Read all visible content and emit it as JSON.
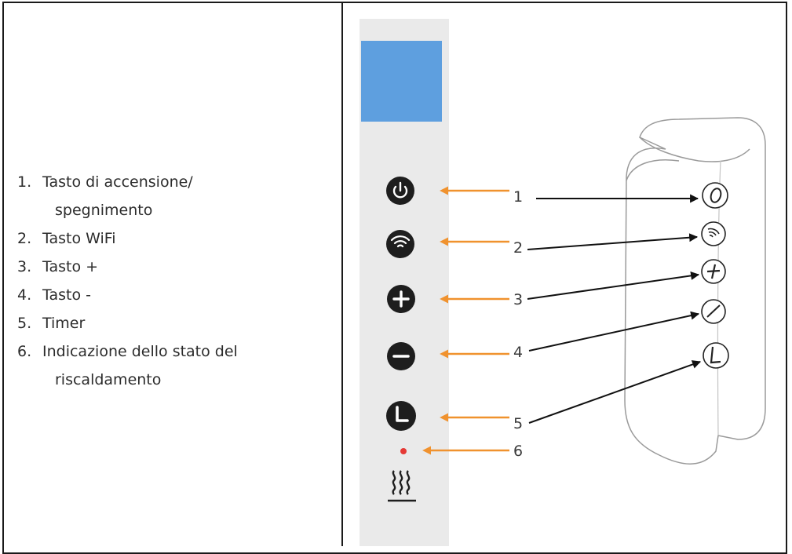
{
  "legend": {
    "items": [
      {
        "number": "1.",
        "line1": "Tasto di accensione/",
        "line2": "spegnimento"
      },
      {
        "number": "2.",
        "line1": "Tasto WiFi"
      },
      {
        "number": "3.",
        "line1": "Tasto +"
      },
      {
        "number": "4.",
        "line1": "Tasto -"
      },
      {
        "number": "5.",
        "line1": "Timer"
      },
      {
        "number": "6.",
        "line1": "Indicazione dello stato del",
        "line2": "riscaldamento"
      }
    ]
  },
  "diagram": {
    "callouts": [
      "1",
      "2",
      "3",
      "4",
      "5",
      "6"
    ],
    "panel_buttons": [
      "power-icon",
      "wifi-icon",
      "plus-icon",
      "minus-icon",
      "timer-icon"
    ],
    "remote_buttons": [
      "power-icon",
      "wifi-icon",
      "plus-icon",
      "minus-icon",
      "timer-icon"
    ],
    "heating_symbol": "heating-icon",
    "colors": {
      "display": "#5e9fdf",
      "panel": "#eaeaea",
      "button": "#1e1e1e",
      "status_led": "#e53935",
      "orange_arrow": "#f0922e",
      "black_arrow": "#111111"
    }
  }
}
